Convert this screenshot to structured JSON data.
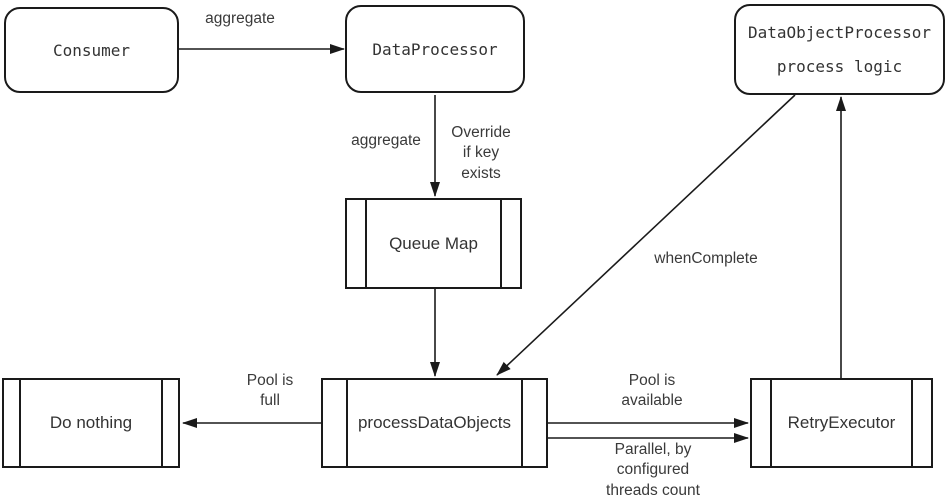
{
  "diagram": {
    "colors": {
      "stroke": "#1a1a1a",
      "node_text": "#333333",
      "edge_label_text": "#3a3a3a",
      "background": "#ffffff"
    },
    "nodes": [
      {
        "id": "consumer",
        "label": "Consumer",
        "shape": "rounded"
      },
      {
        "id": "data_processor",
        "label": "DataProcessor",
        "shape": "rounded"
      },
      {
        "id": "data_object_processor",
        "label": "DataObjectProcessor",
        "sublabel": "process logic",
        "shape": "rounded"
      },
      {
        "id": "queue_map",
        "label": "Queue Map",
        "shape": "subroutine"
      },
      {
        "id": "process_data_objects",
        "label": "processDataObjects",
        "shape": "subroutine"
      },
      {
        "id": "do_nothing",
        "label": "Do nothing",
        "shape": "subroutine"
      },
      {
        "id": "retry_executor",
        "label": "RetryExecutor",
        "shape": "subroutine"
      }
    ],
    "edges": [
      {
        "from": "Consumer",
        "to": "DataProcessor",
        "label": "aggregate"
      },
      {
        "from": "DataProcessor",
        "to": "Queue Map",
        "label_left": "aggregate",
        "label_right": "Override\nif key\nexists"
      },
      {
        "from": "Queue Map",
        "to": "processDataObjects",
        "label": ""
      },
      {
        "from": "DataObjectProcessor",
        "to": "processDataObjects",
        "label": "whenComplete"
      },
      {
        "from": "RetryExecutor",
        "to": "DataObjectProcessor",
        "label": ""
      },
      {
        "from": "processDataObjects",
        "to": "Do nothing",
        "label": "Pool is\nfull"
      },
      {
        "from": "processDataObjects",
        "to": "RetryExecutor",
        "label": "Pool is\navailable"
      },
      {
        "from": "processDataObjects",
        "to": "RetryExecutor",
        "label": "Parallel, by\nconfigured\nthreads count"
      }
    ]
  }
}
